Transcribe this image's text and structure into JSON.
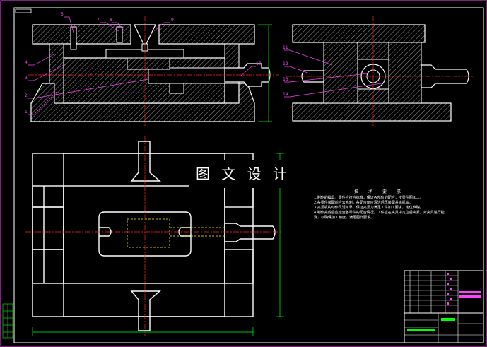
{
  "watermark": "图 文 设 计",
  "notes": {
    "title": "技 术 要 求",
    "items": [
      "1.制作的模具，零件应符合标准，保证各部位的配合，按零件图加工。",
      "2.各零件装配前应去毛刺，各配合面应清洁后再装配并涂机油。",
      "3.夹紧机构动作灵活可靠，保证夹紧力满足工件加工要求，定位准确。",
      "4.制作完成后应检查各零件的配合情况，工件应在夹具中定位后夹紧，对夹具进行检测，以确保加工精度，满足图样要求。"
    ]
  },
  "part_labels": [
    "5",
    "7",
    "8",
    "9",
    "4",
    "3",
    "2",
    "1",
    "10",
    "11",
    "12",
    "13",
    "14"
  ],
  "colors": {
    "background": "#000000",
    "outline": "#ffffff",
    "hatch": "#8a8a8a",
    "centerline": "#ff2020",
    "leader": "#ff40ff",
    "dimension": "#00ff00",
    "hidden": "#ffff00",
    "border": "#ff40ff"
  }
}
